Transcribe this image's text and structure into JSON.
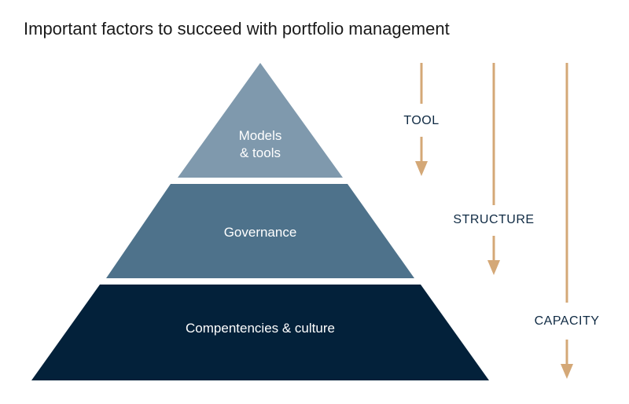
{
  "title": "Important factors to succeed with portfolio management",
  "pyramid": {
    "tiers": [
      {
        "label_line1": "Models",
        "label_line2": "& tools",
        "color": "#7f99ad"
      },
      {
        "label": "Governance",
        "color": "#4e728b"
      },
      {
        "label": "Compentencies & culture",
        "color": "#03213a"
      }
    ]
  },
  "arrows": {
    "color": "#d4a877",
    "items": [
      {
        "label": "TOOL"
      },
      {
        "label": "STRUCTURE"
      },
      {
        "label": "CAPACITY"
      }
    ]
  }
}
